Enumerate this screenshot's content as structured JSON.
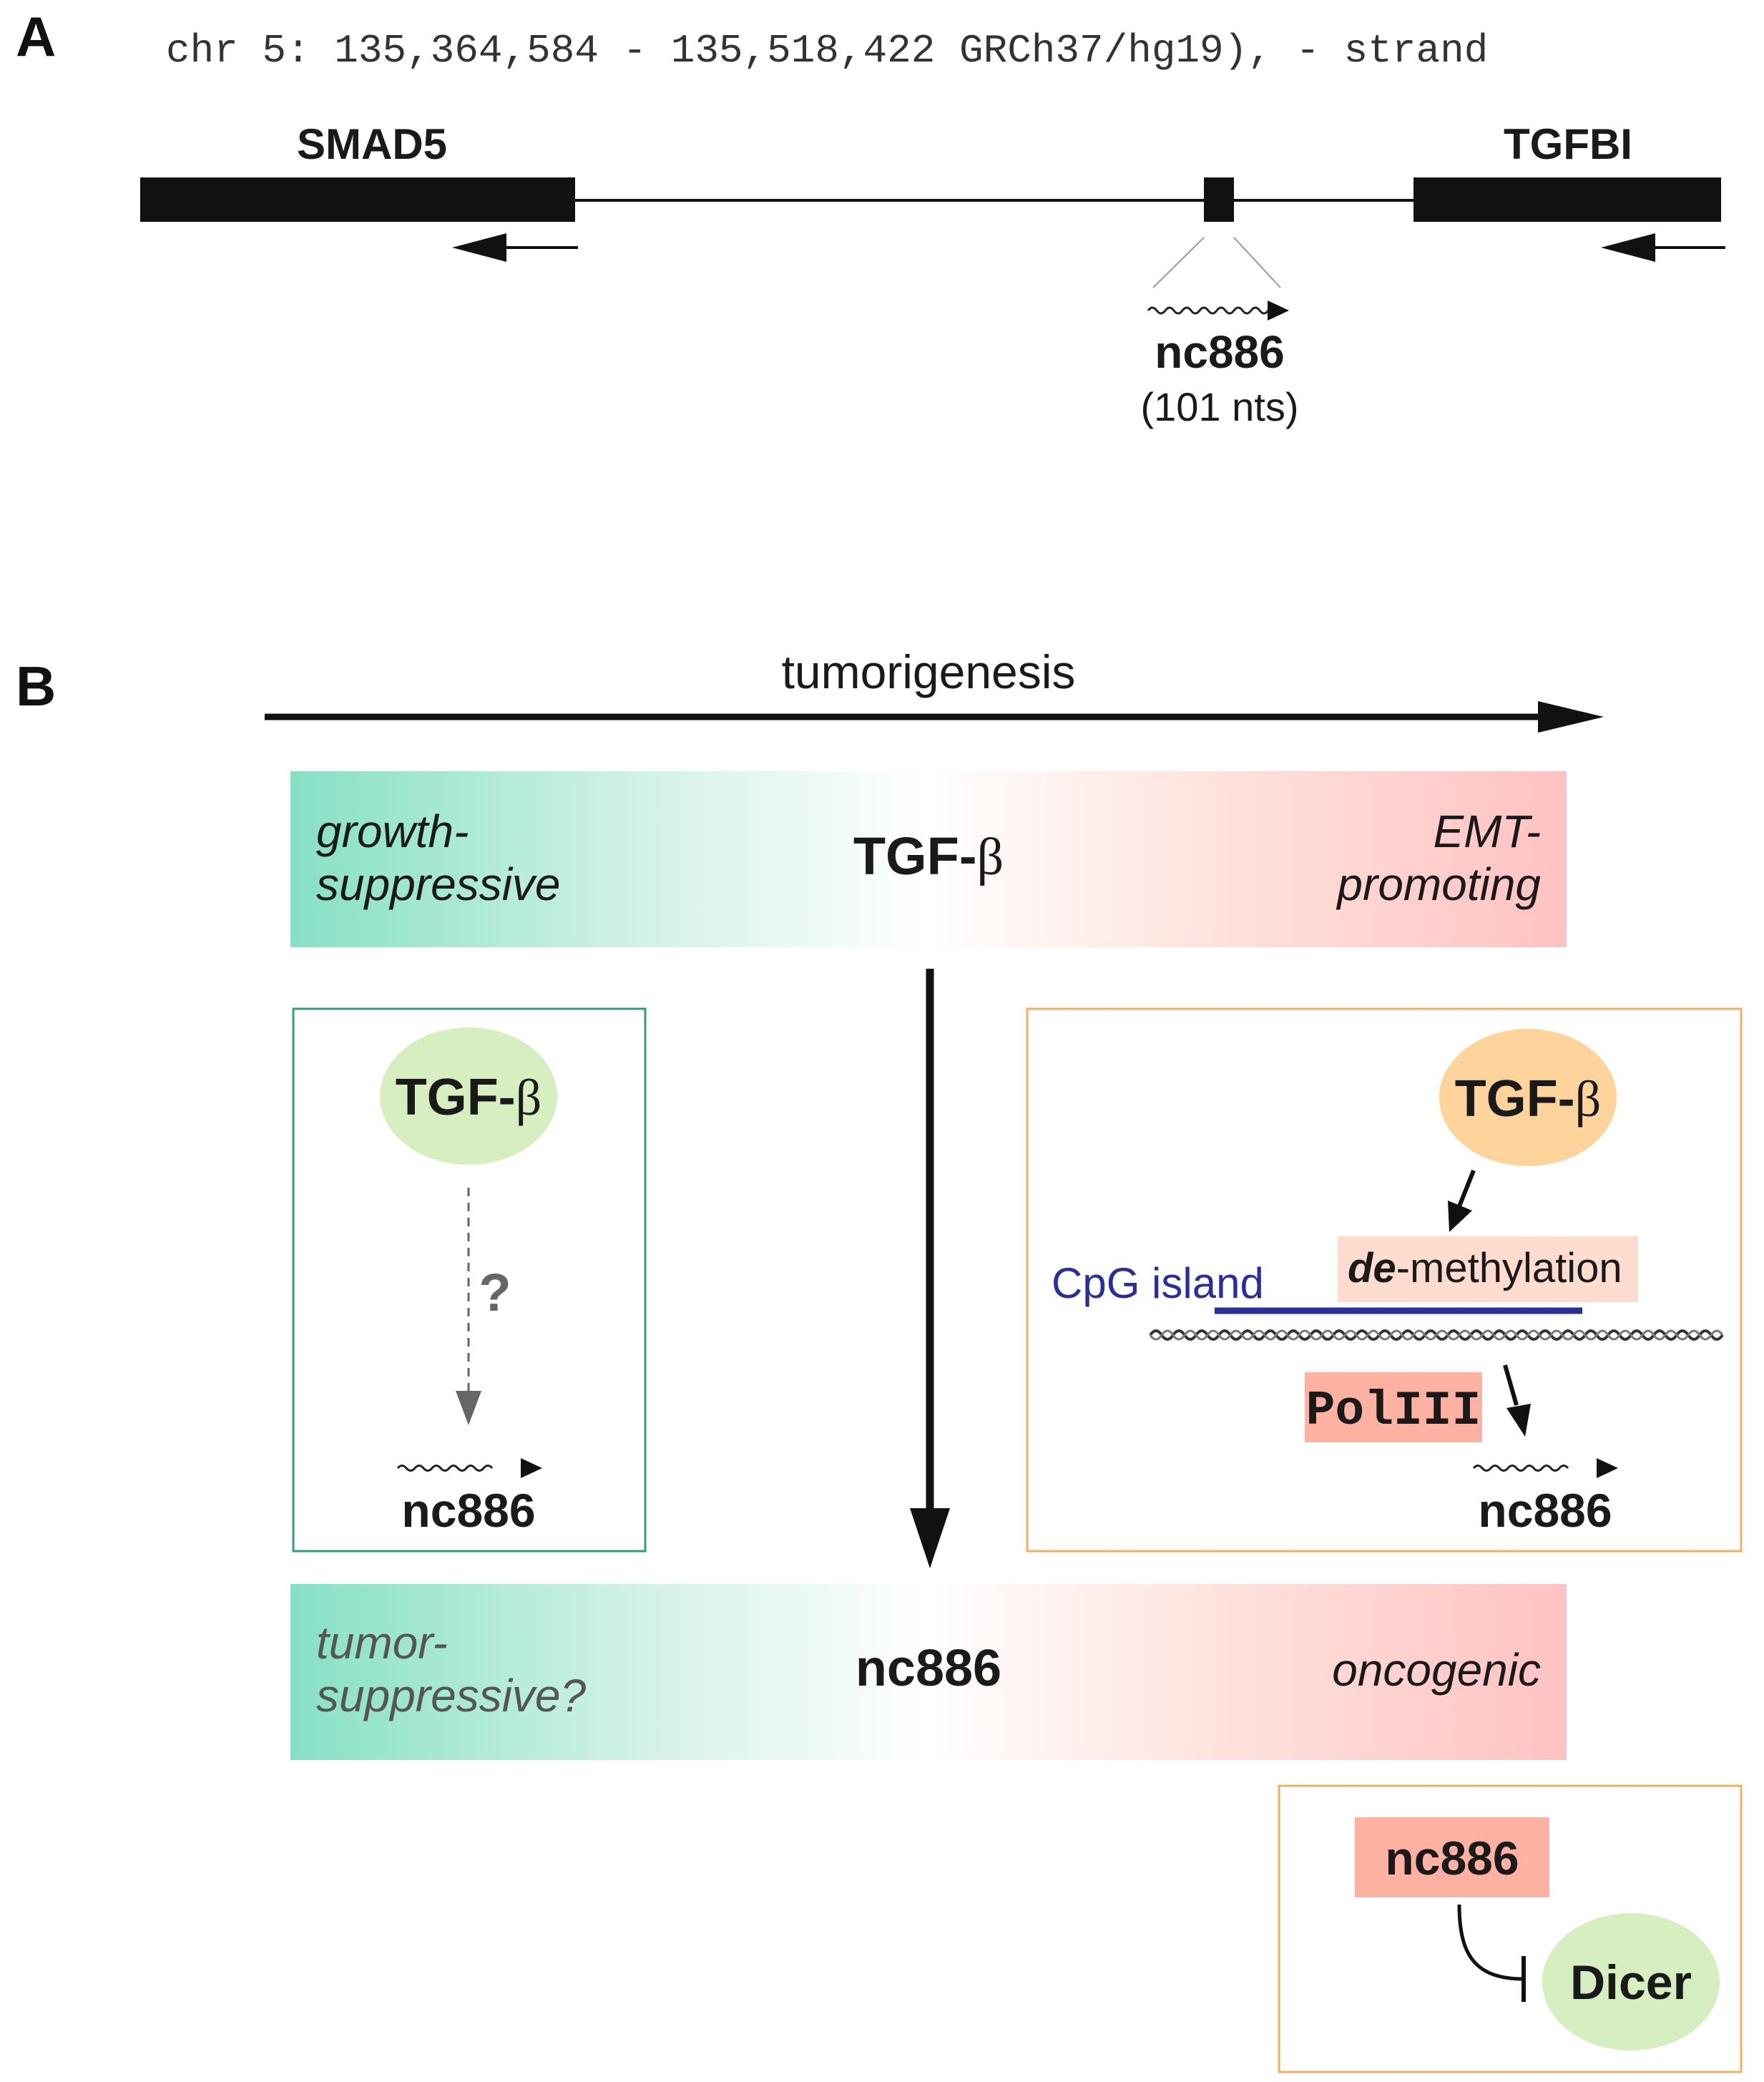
{
  "panel_a": {
    "label": "A",
    "coordinates": "chr 5: 135,364,584 - 135,518,422 GRCh37/hg19), - strand",
    "gene_left": "SMAD5",
    "gene_right": "TGFBI",
    "rna_name": "nc886",
    "rna_length": "(101 nts)"
  },
  "panel_b": {
    "label": "B",
    "axis_label": "tumorigenesis",
    "tgf_bar": {
      "left_line1": "growth-",
      "left_line2": "suppressive",
      "center_prefix": "TGF-",
      "center_symbol": "β",
      "right_line1": "EMT-",
      "right_line2": "promoting"
    },
    "nc_bar": {
      "left_line1": "tumor-",
      "left_line2": "suppressive?",
      "center": "nc886",
      "right": "oncogenic"
    },
    "left_box": {
      "node_prefix": "TGF-",
      "node_symbol": "β",
      "question": "?",
      "product": "nc886"
    },
    "right_box": {
      "node_prefix": "TGF-",
      "node_symbol": "β",
      "demeth_bold": "de",
      "demeth_rest": "-methylation",
      "cpg_label": "CpG island",
      "polymerase": "PolIII",
      "product": "nc886"
    },
    "bottom_box": {
      "inhibitor": "nc886",
      "target": "Dicer"
    }
  },
  "colors": {
    "teal": "#86e0c5",
    "pink": "#ffc2c2",
    "green_node": "#d7efc0",
    "orange_node": "#ffd49c",
    "salmon": "#ffb1a2",
    "demeth_bg": "#ffdccf",
    "cpg_blue": "#2a2e9a",
    "box_green": "#2f9e84",
    "box_orange": "#f1b160"
  }
}
